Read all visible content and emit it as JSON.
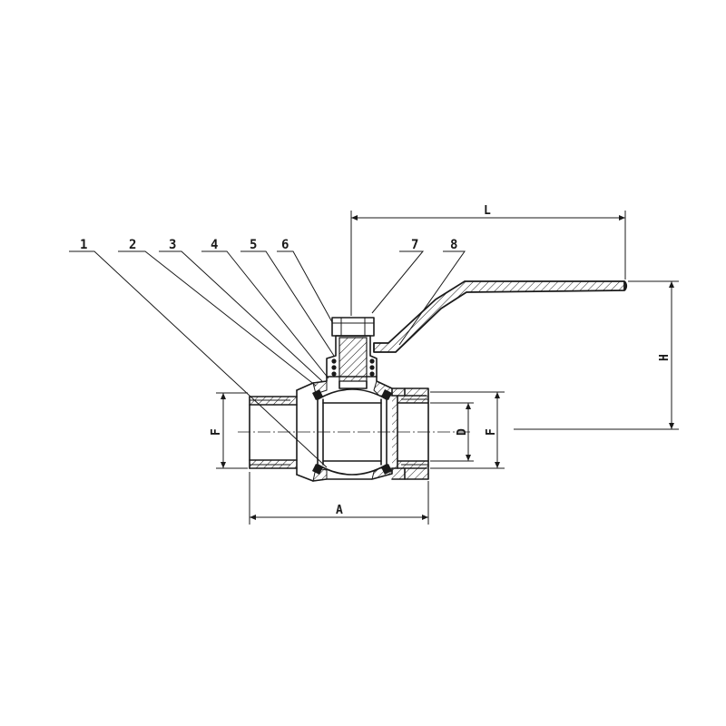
{
  "callouts": [
    {
      "id": "1",
      "label": "1"
    },
    {
      "id": "2",
      "label": "2"
    },
    {
      "id": "3",
      "label": "3"
    },
    {
      "id": "4",
      "label": "4"
    },
    {
      "id": "5",
      "label": "5"
    },
    {
      "id": "6",
      "label": "6"
    },
    {
      "id": "7",
      "label": "7"
    },
    {
      "id": "8",
      "label": "8"
    }
  ],
  "dimensions": {
    "L": "L",
    "H": "H",
    "A": "A",
    "F_left": "F",
    "F_right": "F",
    "D": "D"
  }
}
